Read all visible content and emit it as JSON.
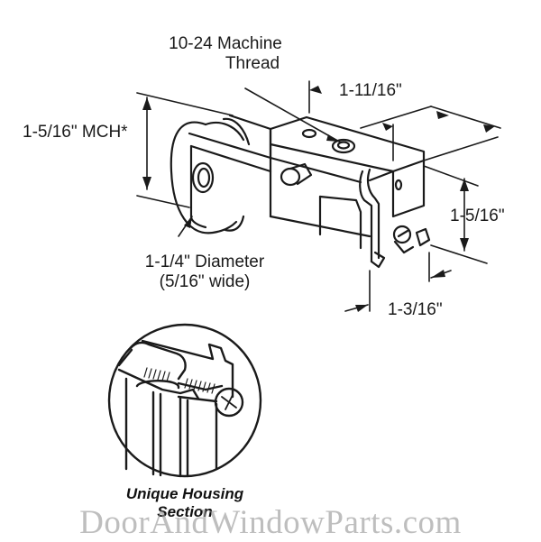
{
  "diagram": {
    "subject": "Sliding door roller assembly",
    "labels": {
      "thread_line1": "10-24 Machine",
      "thread_line2": "Thread",
      "mch": "1-5/16\" MCH*",
      "width_top": "1-11/16\"",
      "height_right": "1-5/16\"",
      "bottom_width": "1-3/16\"",
      "wheel_line1": "1-1/4\" Diameter",
      "wheel_line2": "(5/16\" wide)"
    },
    "inset": {
      "caption_line1": "Unique Housing",
      "caption_line2": "Section"
    },
    "watermark": "DoorAndWindowParts.com",
    "colors": {
      "line": "#1a1a1a",
      "background": "#ffffff",
      "watermark": "#969696"
    }
  }
}
